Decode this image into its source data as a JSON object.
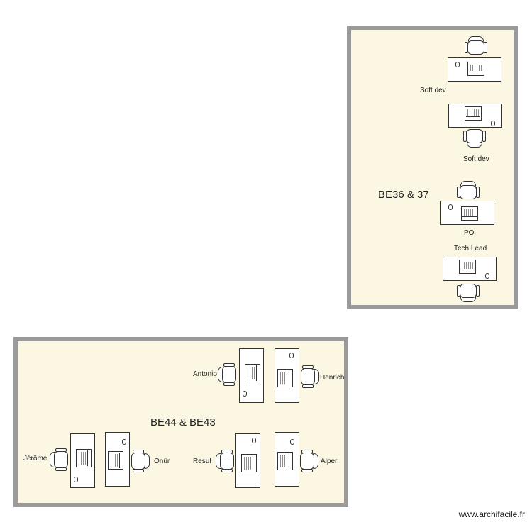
{
  "rooms": {
    "be36": {
      "label": "BE36 & 37"
    },
    "be44": {
      "label": "BE44 & BE43"
    }
  },
  "people": {
    "soft_dev_1": "Soft dev",
    "soft_dev_2": "Soft dev",
    "po": "PO",
    "tech_lead": "Tech Lead",
    "antonio": "Antonio",
    "henrich": "Henrich",
    "jerome": "Jérôme",
    "onur": "Onür",
    "resul": "Resul",
    "alper": "Alper"
  },
  "watermark": "www.archifacile.fr",
  "colors": {
    "room_wall": "#9a9a9a",
    "room_floor": "#fbf7e2"
  },
  "icons": [
    "desk",
    "office-chair-icon",
    "computer-icon",
    "mouse-icon"
  ]
}
